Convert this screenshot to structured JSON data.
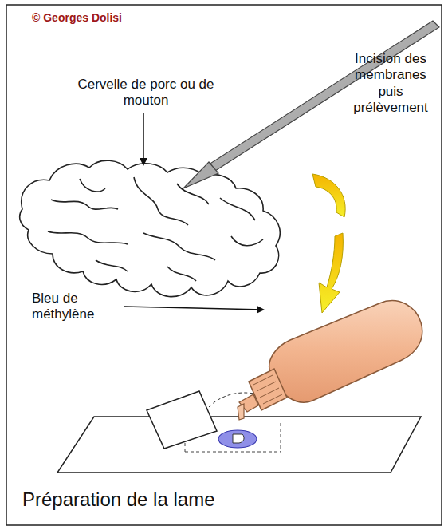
{
  "diagram": {
    "caption": "Préparation de la lame",
    "labels": [
      "© Georges Dolisi",
      "Cervelle de porc ou de mouton",
      "Incision des membranes puis prélèvement",
      "Bleu de méthylène"
    ]
  }
}
